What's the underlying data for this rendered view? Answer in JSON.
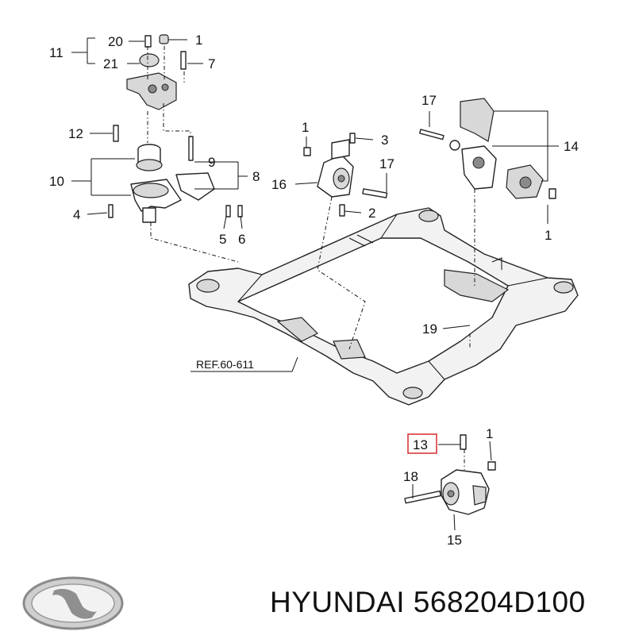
{
  "callouts": {
    "c20": "20",
    "c1a": "1",
    "c11": "11",
    "c21": "21",
    "c7": "7",
    "c12": "12",
    "c10": "10",
    "c9": "9",
    "c8": "8",
    "c4": "4",
    "c5": "5",
    "c6": "6",
    "c1b": "1",
    "c3": "3",
    "c17a": "17",
    "c16": "16",
    "c2": "2",
    "c17b": "17",
    "c14": "14",
    "c1c": "1",
    "c19": "19",
    "c13": "13",
    "c1d": "1",
    "c18": "18",
    "c15": "15"
  },
  "reference": "REF.60-611",
  "brand": {
    "text": "HYUNDAI 568204D100",
    "logo": "hyundai-logo",
    "highlight_color": "#d83a3a"
  }
}
